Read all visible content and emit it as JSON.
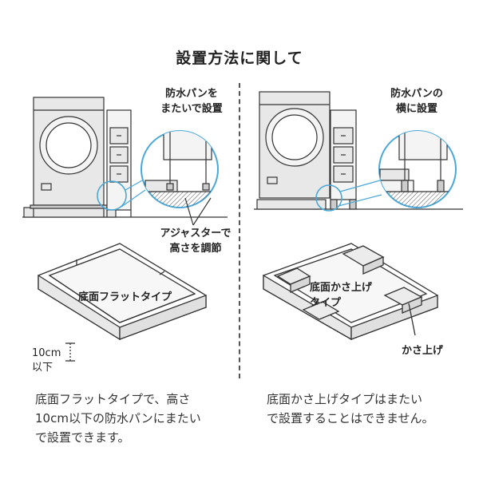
{
  "title": "設置方法に関して",
  "left": {
    "callout_top": [
      "防水パンを",
      "またいで設置"
    ],
    "adjuster_label": [
      "アジャスターで",
      "高さを調節"
    ],
    "tray_label": "底面フラットタイプ",
    "height_label": [
      "10cm",
      "以下"
    ],
    "caption": [
      "底面フラットタイプで、高さ",
      "10cm以下の防水パンにまたい",
      "で設置できます。"
    ]
  },
  "right": {
    "callout_top": [
      "防水パンの",
      "横に設置"
    ],
    "tray_label": [
      "底面かさ上げ",
      "タイプ"
    ],
    "raise_label": "かさ上げ",
    "caption": [
      "底面かさ上げタイプはまたい",
      "で設置することはできません。"
    ]
  },
  "colors": {
    "line": "#333333",
    "fill": "#e8e8e8",
    "light": "#f4f4f4",
    "circle": "#4aa8d8"
  }
}
